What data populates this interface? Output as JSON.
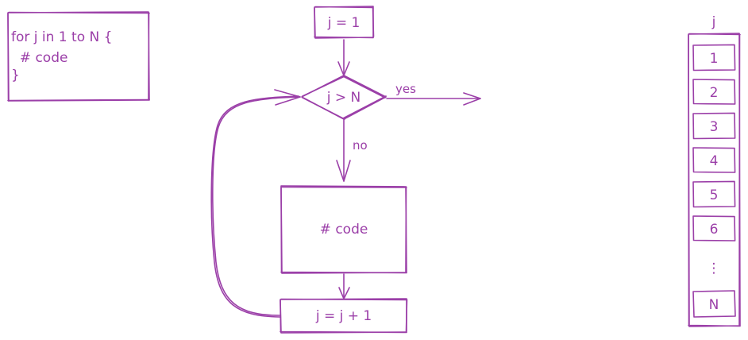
{
  "colors": {
    "ink": "#9b3fa8"
  },
  "code_box": {
    "lines": [
      "for j in 1 to N {",
      "  # code",
      "}"
    ]
  },
  "flowchart": {
    "init": "j = 1",
    "condition": "j > N",
    "yes_label": "yes",
    "no_label": "no",
    "body": "# code",
    "increment": "j = j + 1"
  },
  "column": {
    "header": "j",
    "cells": [
      "1",
      "2",
      "3",
      "4",
      "5",
      "6"
    ],
    "ellipsis": "⋮",
    "last": "N"
  }
}
